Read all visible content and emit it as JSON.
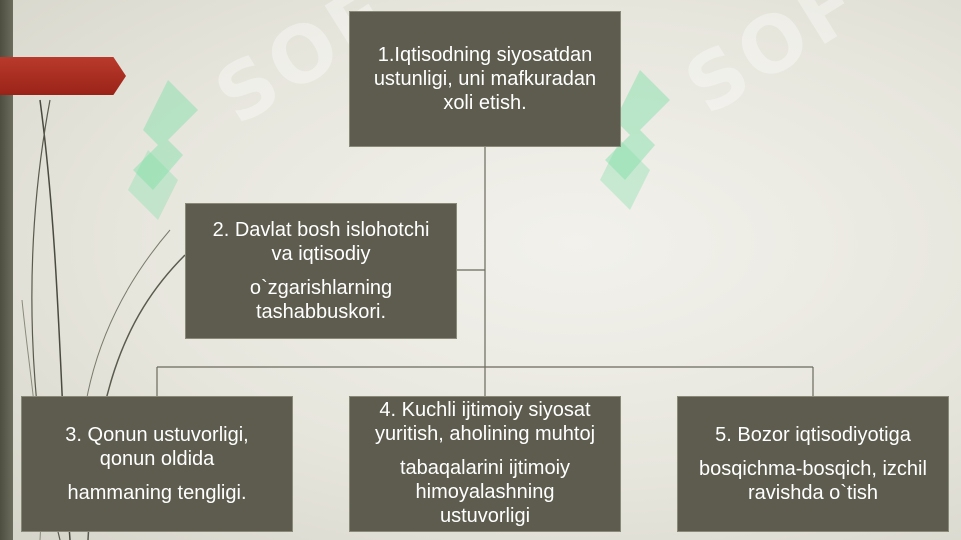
{
  "diagram": {
    "box1": {
      "lines": [
        "1.Iqtisodning siyosatdan",
        "ustunligi, uni mafkuradan",
        "xoli etish."
      ]
    },
    "box2": {
      "lines": [
        "2. Davlat bosh islohotchi",
        "va iqtisodiy",
        "o`zgarishlarning",
        "tashabbuskori."
      ]
    },
    "box3": {
      "lines": [
        "3. Qonun ustuvorligi,",
        "qonun oldida",
        "hammaning tengligi."
      ]
    },
    "box4": {
      "lines": [
        "4. Kuchli ijtimoiy siyosat",
        "yuritish, aholining muhtoj",
        "tabaqalarini ijtimoiy",
        "himoyalashning",
        "ustuvorligi"
      ]
    },
    "box5": {
      "lines": [
        "5. Bozor iqtisodiyotiga",
        "bosqichma-bosqich, izchil",
        "ravishda o`tish"
      ]
    }
  },
  "watermark": {
    "text": "SOF"
  },
  "colors": {
    "box_fill": "#5d5c4e",
    "accent_arrow": "#9a2318",
    "connector": "#6b6a5c",
    "watermark_green": "#7de0a6"
  }
}
